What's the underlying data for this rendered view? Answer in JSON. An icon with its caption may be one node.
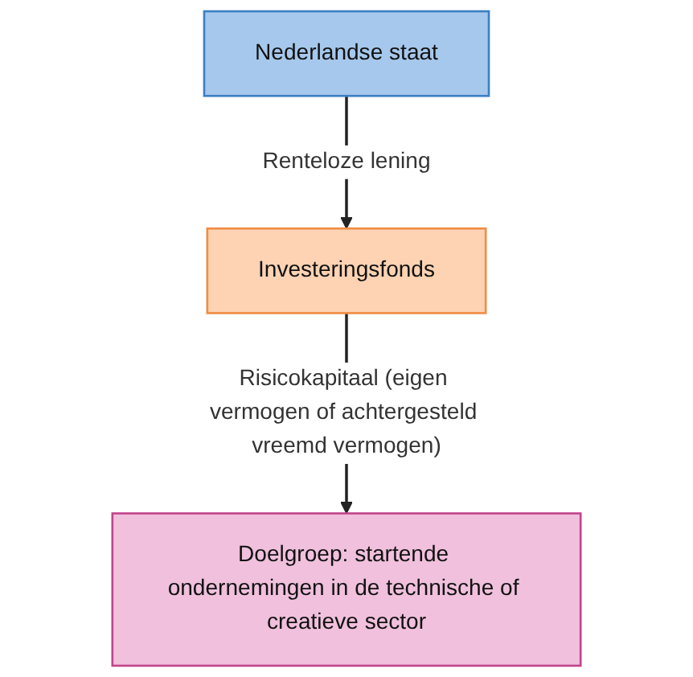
{
  "diagram": {
    "nodes": [
      {
        "text": [
          "Nederlandse staat"
        ]
      },
      {
        "text": [
          "Investeringsfonds"
        ]
      },
      {
        "text": [
          "Doelgroep: startende ondernemingen in de technische of creatieve sector"
        ]
      }
    ],
    "edges": [
      {
        "from": 0,
        "to": 1,
        "arrow": "to",
        "label": "Renteloze lening"
      },
      {
        "from": 1,
        "to": 2,
        "arrow": "to",
        "label": "Risicokapitaal (eigen vermogen of achtergesteld vreemd vermogen)"
      }
    ]
  }
}
